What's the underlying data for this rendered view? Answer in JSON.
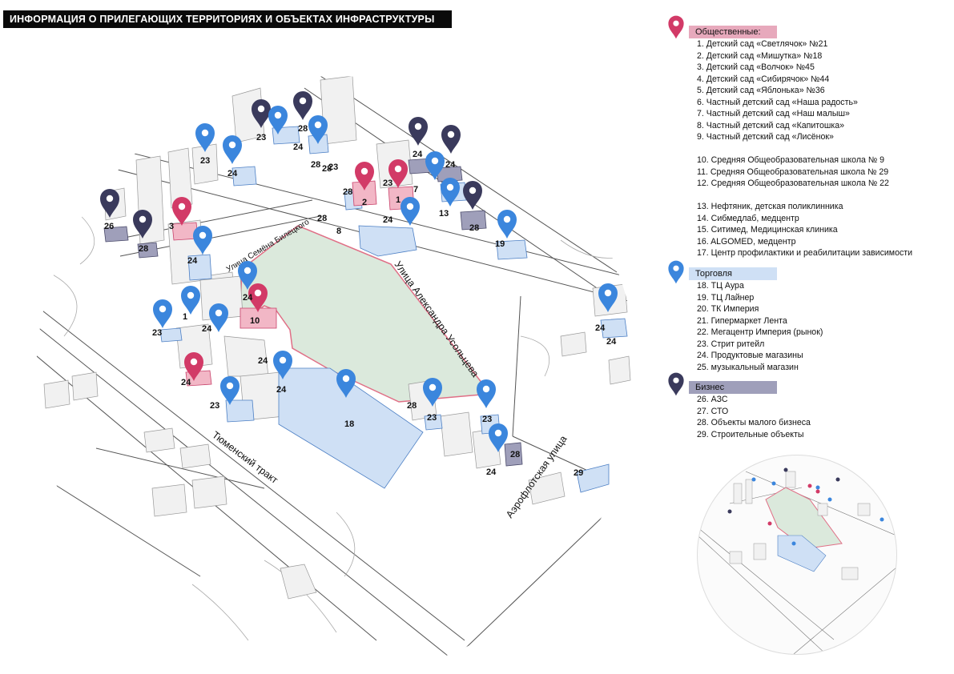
{
  "title": "ИНФОРМАЦИЯ О ПРИЛЕГАЮЩИХ ТЕРРИТОРИЯХ И ОБЪЕКТАХ ИНФРАСТРУКТУРЫ",
  "colors": {
    "public": "#d23a67",
    "public_band": "#e7a9bc",
    "trade": "#3b86dd",
    "trade_band": "#cfe0f5",
    "business": "#3a3a5c",
    "business_band": "#9f9fba",
    "green_area": "#dbe9dc",
    "site_border": "#e06f86"
  },
  "legend": {
    "public": {
      "heading": "Общественные:",
      "icon": "map-pin-icon",
      "items": [
        "1.  Детский сад «Светлячок» №21",
        "2.  Детский сад «Мишутка» №18",
        "3.  Детский сад «Волчок» №45",
        "4.  Детский сад «Сибирячок» №44",
        "5.  Детский сад «Яблонька» №36",
        "6.  Частный детский сад «Наша радость»",
        "7.  Частный детский сад «Наш малыш»",
        "8.  Частный детский сад «Капитошка»",
        "9.  Частный детский сад «Лисёнок»",
        "",
        "10. Средняя Общеобразовательная школа № 9",
        "11. Средняя Общеобразовательная школа № 29",
        "12. Средняя Общеобразовательная школа № 22",
        "",
        "13. Нефтяник, детская поликлинника",
        "14. Сибмедлаб, медцентр",
        "15. Ситимед, Медицинская клиника",
        "16. ALGOMED, медцентр",
        "17. Центр профилактики и реабилитации зависимости"
      ]
    },
    "trade": {
      "heading": "Торговля",
      "icon": "map-pin-icon",
      "items": [
        "18. ТЦ Аура",
        "19. ТЦ Лайнер",
        "20. ТК Империя",
        "21. Гипермаркет Лента",
        "22. Мегацентр Империя (рынок)",
        "23. Стрит ритейл",
        "24. Продуктовые магазины",
        "25. музыкальный магазин"
      ]
    },
    "business": {
      "heading": "Бизнес",
      "icon": "map-pin-icon",
      "items": [
        "26. АЗС",
        "27. СТО",
        "28. Объекты малого бизнеса",
        "29. Строительные объекты"
      ]
    }
  },
  "streets": {
    "s1": "Улица Семёна Билецкого",
    "s2": "Улица Александра Усольцева",
    "s3": "Тюменский тракт",
    "s4": "Аэрофлотская улица"
  },
  "map_labels": {
    "l01": "23",
    "l02": "24",
    "l03": "23",
    "l04": "28",
    "l05": "24",
    "l06": "28",
    "l07": "23",
    "l08": "24",
    "l09": "24",
    "l10": "28",
    "l11": "2",
    "l12": "23",
    "l13": "1",
    "l14": "7",
    "l15": "24",
    "l16": "28",
    "l17": "8",
    "l18": "13",
    "l19": "28",
    "l20": "19",
    "l21": "26",
    "l22": "28",
    "l23": "3",
    "l24": "24",
    "l25": "24",
    "l26": "10",
    "l27": "23",
    "l28": "1",
    "l29": "24",
    "l30": "24",
    "l31": "24",
    "l32": "24",
    "l33": "23",
    "l34": "18",
    "l35": "28",
    "l36": "23",
    "l37": "23",
    "l38": "28",
    "l39": "24",
    "l40": "24",
    "l41": "24",
    "l42": "29",
    "l43": "28"
  }
}
